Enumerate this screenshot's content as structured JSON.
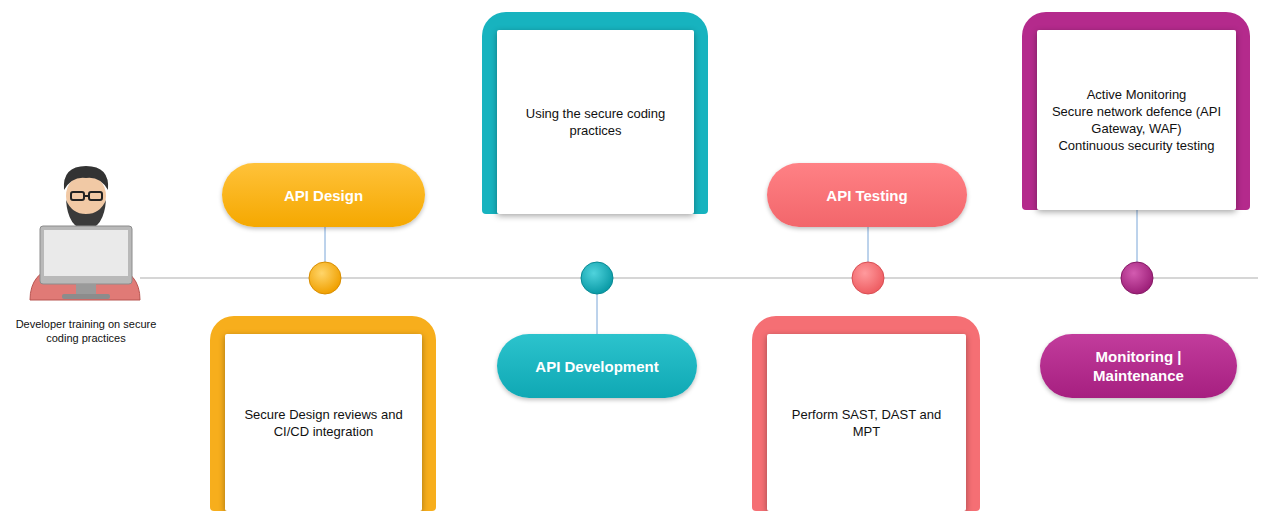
{
  "diagram": {
    "nodes": [
      {
        "text": [
          "API Design"
        ]
      },
      {
        "text": [
          "Secure Design reviews and CI/CD integration"
        ]
      },
      {
        "text": [
          "Using the secure coding practices"
        ]
      },
      {
        "text": [
          "API Development"
        ]
      },
      {
        "text": [
          "API Testing"
        ]
      },
      {
        "text": [
          "Perform SAST, DAST and MPT"
        ]
      },
      {
        "text": [
          "Active Monitoring",
          "Secure network defence (API Gateway, WAF)",
          "Continuous security testing"
        ]
      },
      {
        "text": [
          "Monitoring | Maintenance"
        ]
      }
    ],
    "labels": [
      "Developer training on secure coding practices"
    ]
  }
}
